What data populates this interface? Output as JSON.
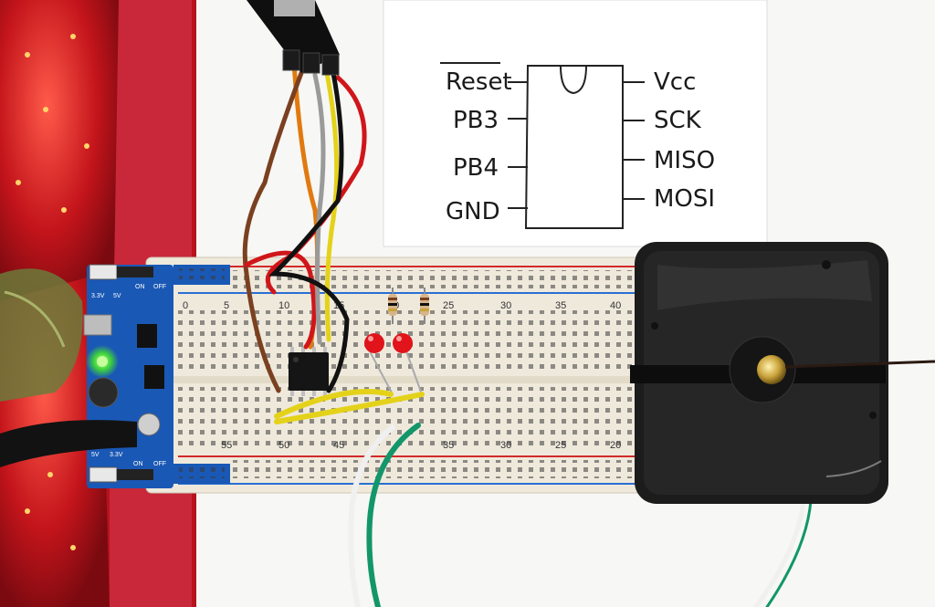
{
  "photo": {
    "schematic": {
      "pins_left": [
        "Reset",
        "PB3",
        "PB4",
        "GND"
      ],
      "pins_right": [
        "Vcc",
        "SCK",
        "MISO",
        "MOSI"
      ]
    },
    "breadboard": {
      "top_numbers": [
        "0",
        "5",
        "10",
        "15",
        "20",
        "25",
        "30",
        "35",
        "40"
      ],
      "bottom_numbers": [
        "55",
        "50",
        "45",
        "35",
        "30",
        "25",
        "20"
      ]
    },
    "power_module": {
      "top_labels": [
        "ON",
        "OFF",
        "3.3V",
        "5V"
      ],
      "bottom_labels": [
        "5V",
        "3.3V",
        "ON",
        "OFF"
      ]
    },
    "colors": {
      "strawberry": "#b8121b",
      "breadboard": "#efe9dc",
      "rail_red": "#d22a2a",
      "rail_blue": "#2a6fd2",
      "pcb_blue": "#1a58b5",
      "clock_movement": "#1c1c1c",
      "led_red": "#e0141a",
      "wire_orange": "#e07a10",
      "wire_brown": "#7a4020",
      "wire_red": "#d0161a",
      "wire_yellow": "#e4d21a",
      "wire_gray": "#9a9a9a",
      "wire_black": "#111111",
      "wire_green": "#12966a",
      "wire_white": "#f0f0f0"
    }
  }
}
